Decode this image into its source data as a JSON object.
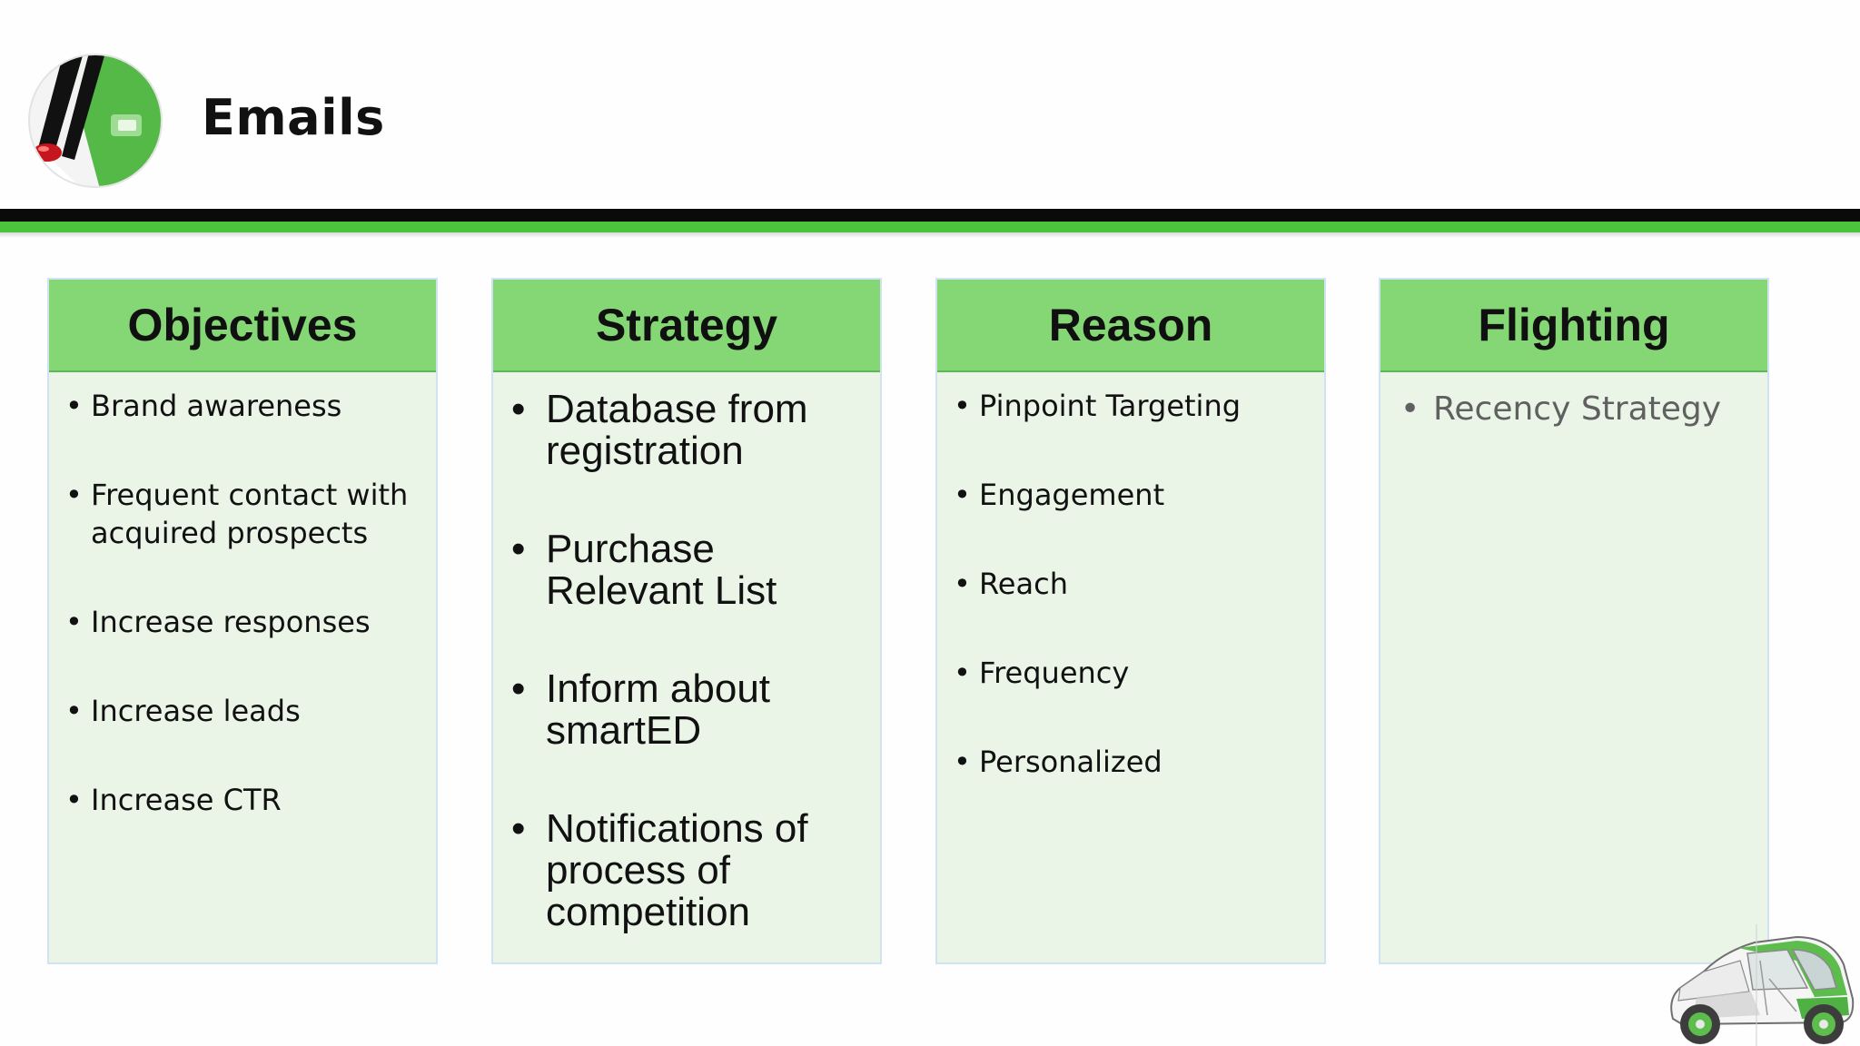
{
  "slide": {
    "title": "Emails"
  },
  "colors": {
    "header_green": "#84d774",
    "card_fill": "#eaf5e8",
    "rule_black": "#0a0a0a",
    "rule_green": "#4bc43b"
  },
  "icons": {
    "logo": "smart-car-detail-logo-icon",
    "footer": "smart-electric-car-icon"
  },
  "columns": [
    {
      "header": "Objectives",
      "items": [
        "Brand awareness",
        "Frequent contact with acquired prospects",
        "Increase responses",
        "Increase leads",
        "Increase CTR"
      ]
    },
    {
      "header": "Strategy",
      "items": [
        "Database from registration",
        "Purchase Relevant List",
        "Inform about smartED",
        "Notifications of process of competition"
      ]
    },
    {
      "header": "Reason",
      "items": [
        "Pinpoint Targeting",
        "Engagement",
        "Reach",
        "Frequency",
        "Personalized"
      ]
    },
    {
      "header": "Flighting",
      "items": [
        "Recency Strategy"
      ]
    }
  ]
}
